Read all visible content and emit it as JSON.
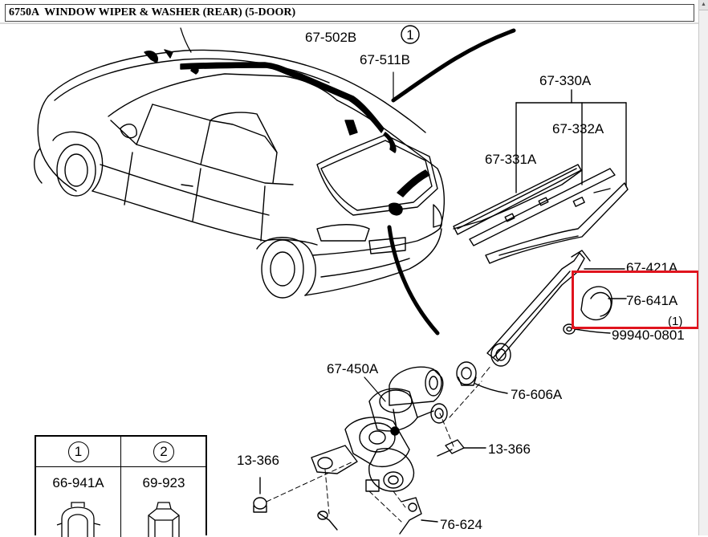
{
  "title": "6750A  WINDOW WIPER & WASHER (REAR) (5-DOOR)",
  "accent_color": "#e0141e",
  "labels": {
    "p67_502B": "67-502B",
    "p67_511B": "67-511B",
    "ref1_top": "1",
    "p67_330A": "67-330A",
    "p67_332A": "67-332A",
    "p67_331A": "67-331A",
    "p67_421A": "67-421A",
    "p76_641A": "76-641A",
    "p76_641A_qty": "(1)",
    "p99940_0801": "99940-0801",
    "p67_450A": "67-450A",
    "p76_606A": "76-606A",
    "p13_366_right": "13-366",
    "p13_366_left": "13-366",
    "p76_624": "76-624"
  },
  "legend": [
    {
      "ref": "1",
      "part": "66-941A"
    },
    {
      "ref": "2",
      "part": "69-923"
    }
  ],
  "highlighted_part": "76-641A"
}
